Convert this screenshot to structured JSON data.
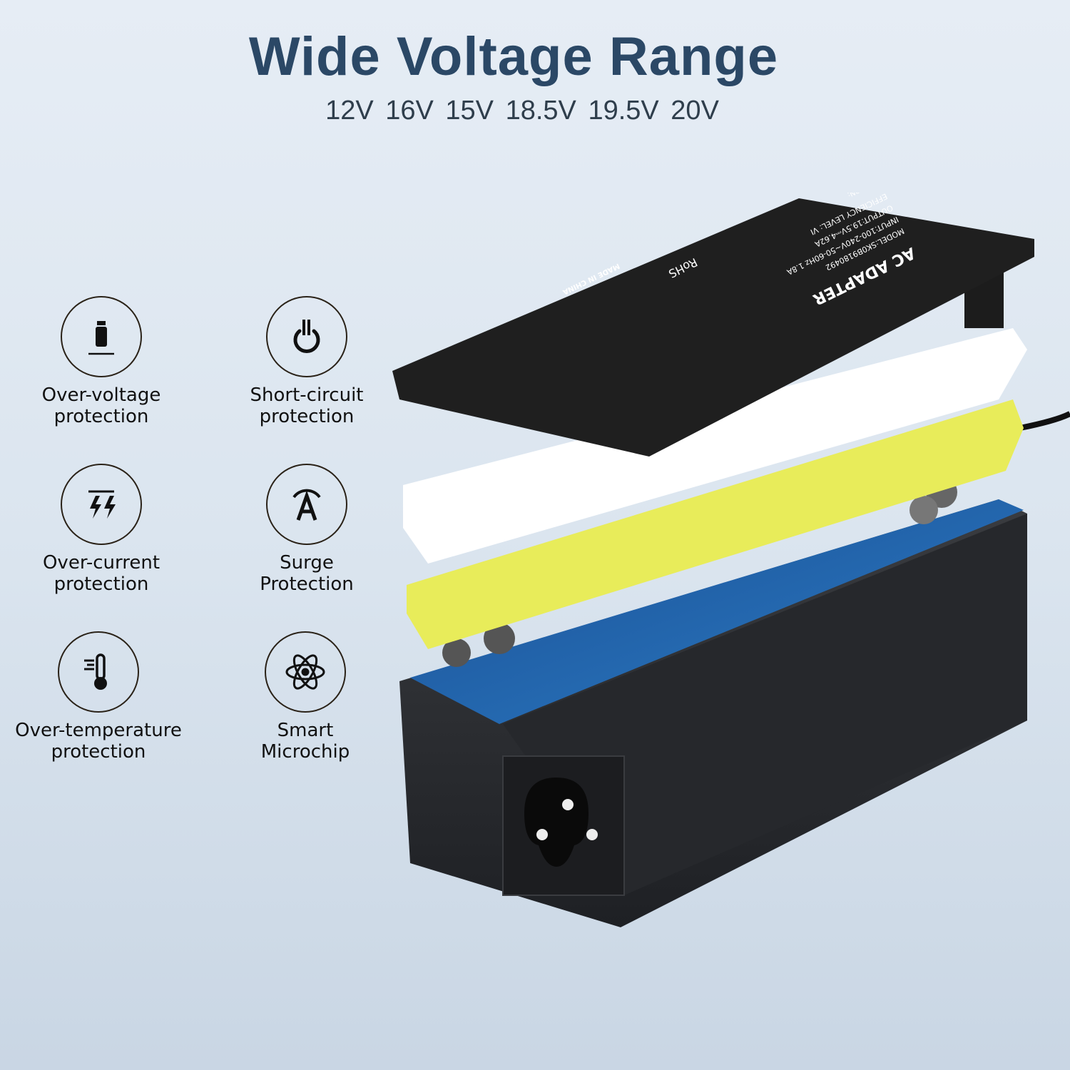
{
  "header": {
    "title": "Wide Voltage Range",
    "voltages": "12V  16V 15V 18.5V 19.5V 20V"
  },
  "features": [
    {
      "line1": "Over-voltage",
      "line2": "protection",
      "icon": "weight-icon"
    },
    {
      "line1": "Short-circuit",
      "line2": "protection",
      "icon": "power-icon"
    },
    {
      "line1": "Over-current",
      "line2": "protection",
      "icon": "lightning-icon"
    },
    {
      "line1": "Surge",
      "line2": "Protection",
      "icon": "surge-icon"
    },
    {
      "line1": "Over-temperature",
      "line2": "protection",
      "icon": "thermometer-icon"
    },
    {
      "line1": "Smart",
      "line2": "Microchip",
      "icon": "atom-icon"
    }
  ],
  "label": {
    "title": "AC ADAPTER",
    "model": "MODEL:SK0B9180492",
    "input": "INPUT:100-240V~50-60Hz 1.8A",
    "output": "OUTPUT:19.5V⎓4.62A",
    "efficiency": "EFFICIENCY LEVEL: VI",
    "caution": "CAUTION:",
    "made": "MADE IN CHINA",
    "rohs": "RoHS"
  },
  "colors": {
    "title": "#2b4866",
    "label": "#222222",
    "insulator": "#e8ec5a",
    "case": "#2a2c30"
  }
}
